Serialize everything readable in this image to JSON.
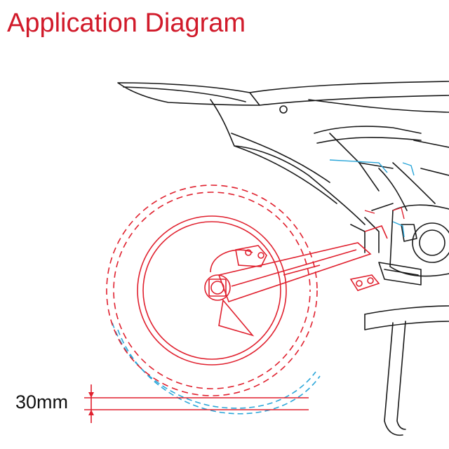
{
  "title": "Application Diagram",
  "measurement": {
    "label": "30mm"
  },
  "colors": {
    "title": "#d11a2a",
    "red_outline": "#e0202e",
    "blue_outline": "#2aa6d9",
    "black_outline": "#1a1a1a"
  },
  "icons": [
    "motorcycle-rear-diagram",
    "rear-tire-lowered",
    "rear-tire-original"
  ]
}
